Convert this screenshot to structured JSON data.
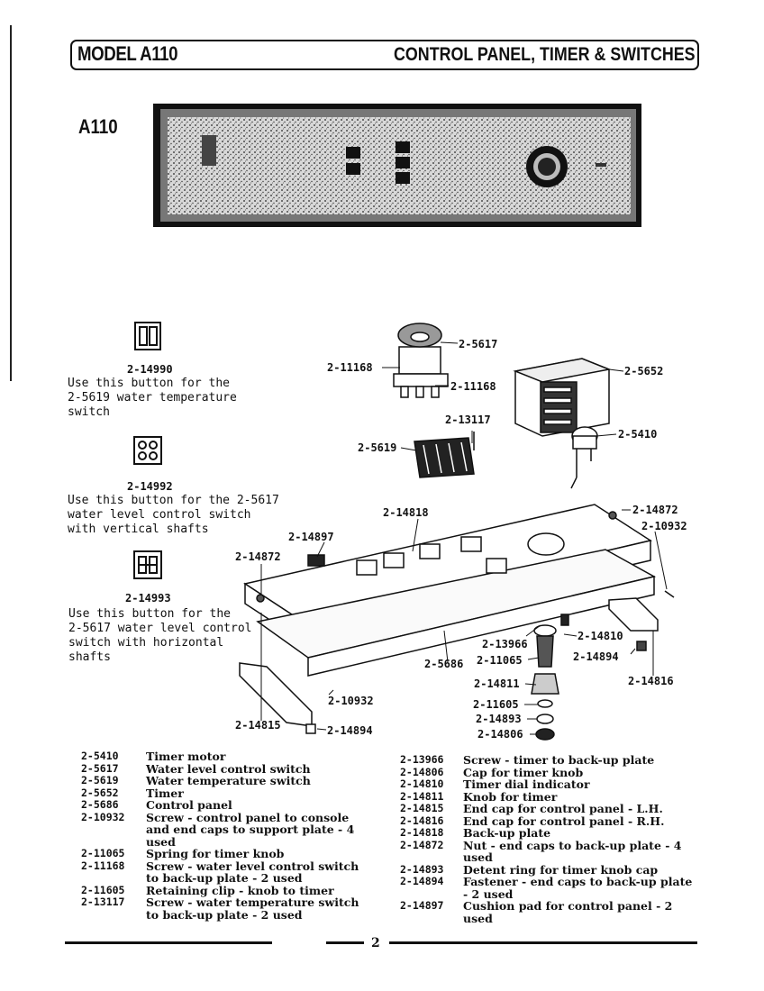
{
  "header": {
    "model_title": "MODEL A110",
    "section_title": "CONTROL PANEL, TIMER & SWITCHES"
  },
  "model_tag": "A110",
  "button_notes": [
    {
      "part": "2-14990",
      "text": "Use this button for the\n2-5619 water temperature\nswitch"
    },
    {
      "part": "2-14992",
      "text": "Use this button for the 2-5617\nwater level control switch\nwith vertical shafts"
    },
    {
      "part": "2-14993",
      "text": "Use this button for the\n2-5617 water level control\nswitch with horizontal\nshafts"
    }
  ],
  "callouts": {
    "c5617": "2-5617",
    "c11168a": "2-11168",
    "c11168b": "2-11168",
    "c5652": "2-5652",
    "c13117": "2-13117",
    "c5619": "2-5619",
    "c5410": "2-5410",
    "c14818": "2-14818",
    "c14872a": "2-14872",
    "c10932a": "2-10932",
    "c14897": "2-14897",
    "c14872b": "2-14872",
    "c14810": "2-14810",
    "c13966": "2-13966",
    "c14894a": "2-14894",
    "c5686": "2-5686",
    "c11065": "2-11065",
    "c14816": "2-14816",
    "c14811": "2-14811",
    "c10932b": "2-10932",
    "c11605": "2-11605",
    "c14893": "2-14893",
    "c14806": "2-14806",
    "c14815": "2-14815",
    "c14894b": "2-14894"
  },
  "parts_left": [
    {
      "part": "2-5410",
      "desc": "Timer motor"
    },
    {
      "part": "2-5617",
      "desc": "Water level control switch"
    },
    {
      "part": "2-5619",
      "desc": "Water temperature switch"
    },
    {
      "part": "2-5652",
      "desc": "Timer"
    },
    {
      "part": "2-5686",
      "desc": "Control panel"
    },
    {
      "part": "2-10932",
      "desc": "Screw - control panel to console and end caps to support plate - 4 used"
    },
    {
      "part": "2-11065",
      "desc": "Spring for timer knob"
    },
    {
      "part": "2-11168",
      "desc": "Screw - water level control switch to back-up plate - 2 used"
    },
    {
      "part": "2-11605",
      "desc": "Retaining clip - knob to timer"
    },
    {
      "part": "2-13117",
      "desc": "Screw - water temperature switch to back-up plate - 2 used"
    }
  ],
  "parts_right": [
    {
      "part": "2-13966",
      "desc": "Screw - timer to back-up plate"
    },
    {
      "part": "2-14806",
      "desc": "Cap for timer knob"
    },
    {
      "part": "2-14810",
      "desc": "Timer dial indicator"
    },
    {
      "part": "2-14811",
      "desc": "Knob for timer"
    },
    {
      "part": "2-14815",
      "desc": "End cap for control panel - L.H."
    },
    {
      "part": "2-14816",
      "desc": "End cap for control panel - R.H."
    },
    {
      "part": "2-14818",
      "desc": "Back-up plate"
    },
    {
      "part": "2-14872",
      "desc": "Nut - end caps to back-up plate - 4 used"
    },
    {
      "part": "2-14893",
      "desc": "Detent ring for timer knob cap"
    },
    {
      "part": "2-14894",
      "desc": "Fastener - end caps to back-up plate - 2 used"
    },
    {
      "part": "2-14897",
      "desc": "Cushion pad for control panel - 2 used"
    }
  ],
  "page_number": "2"
}
